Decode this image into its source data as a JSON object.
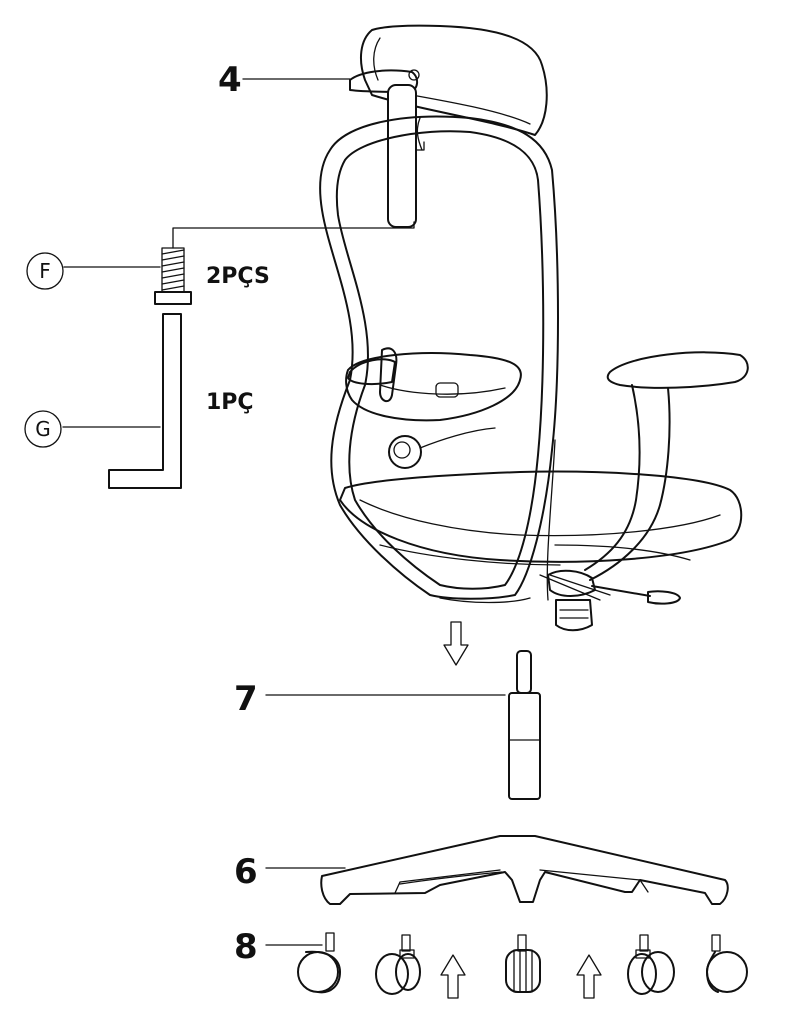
{
  "labels": {
    "part_4": "4",
    "part_7": "7",
    "part_6": "6",
    "part_8": "8",
    "part_f": "F",
    "part_g": "G",
    "qty_f": "2PÇS",
    "qty_g": "1PÇ"
  },
  "icons": {
    "arrow_down": "arrow-down-icon",
    "arrow_up": "arrow-up-icon"
  },
  "colors": {
    "line": "#111111",
    "background": "#ffffff"
  }
}
